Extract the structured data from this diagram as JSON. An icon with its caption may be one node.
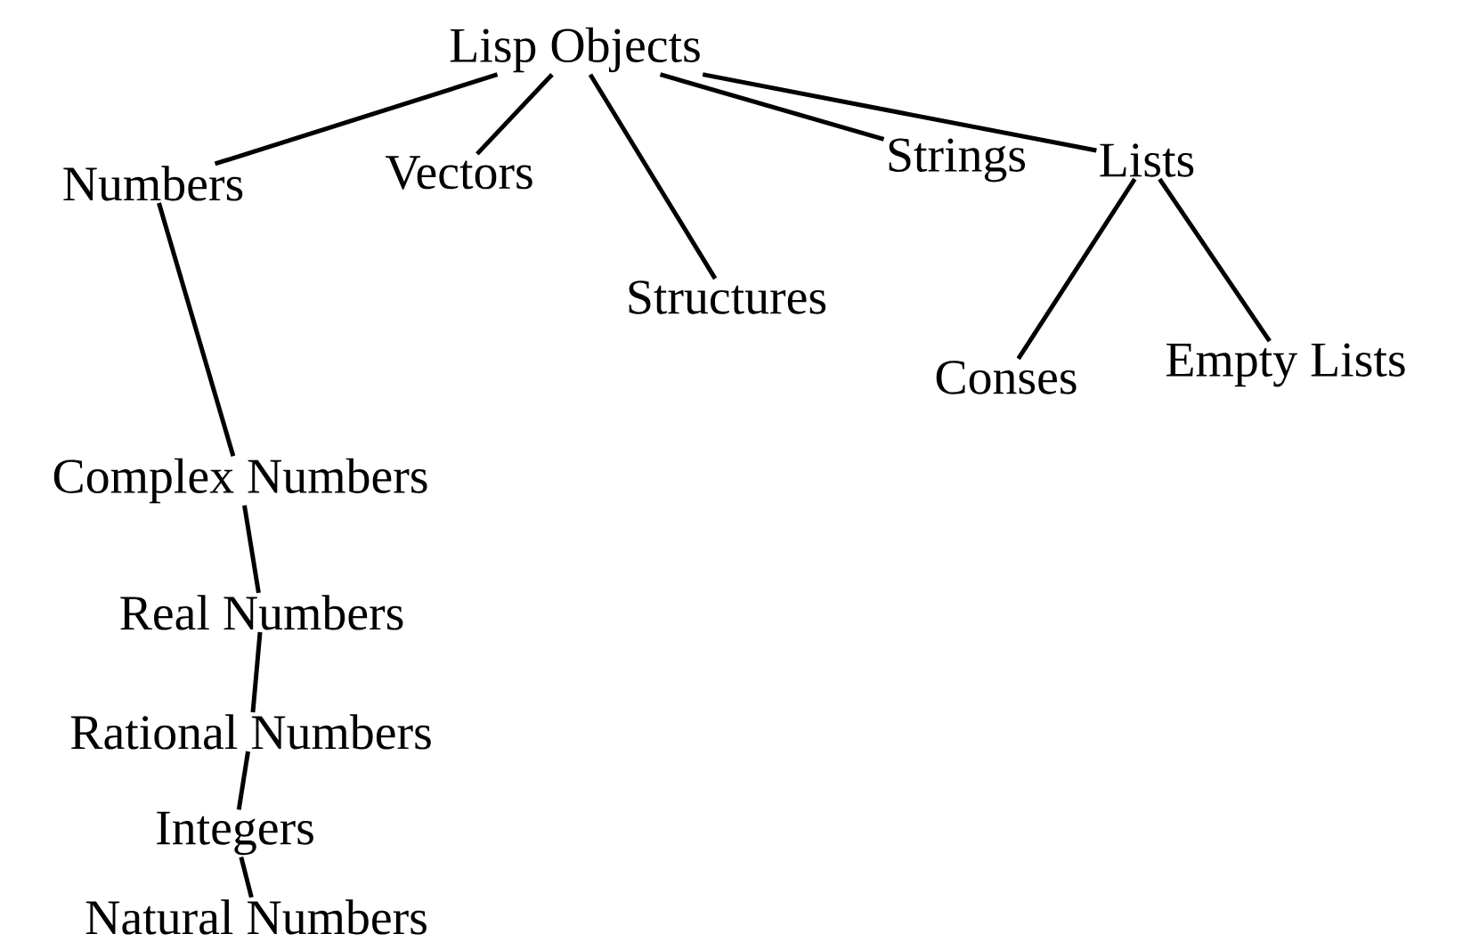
{
  "diagram": {
    "nodes": [
      {
        "text": [
          "Lisp Objects"
        ]
      },
      {
        "text": [
          "Numbers"
        ]
      },
      {
        "text": [
          "Vectors"
        ]
      },
      {
        "text": [
          "Structures"
        ]
      },
      {
        "text": [
          "Strings"
        ]
      },
      {
        "text": [
          "Lists"
        ]
      },
      {
        "text": [
          "Conses"
        ]
      },
      {
        "text": [
          "Empty Lists"
        ]
      },
      {
        "text": [
          "Complex Numbers"
        ]
      },
      {
        "text": [
          "Real Numbers"
        ]
      },
      {
        "text": [
          "Rational Numbers"
        ]
      },
      {
        "text": [
          "Integers"
        ]
      },
      {
        "text": [
          "Natural Numbers"
        ]
      }
    ],
    "edges": [
      {
        "from": 0,
        "to": 1,
        "arrow": "none"
      },
      {
        "from": 0,
        "to": 2,
        "arrow": "none"
      },
      {
        "from": 0,
        "to": 3,
        "arrow": "none"
      },
      {
        "from": 0,
        "to": 4,
        "arrow": "none"
      },
      {
        "from": 0,
        "to": 5,
        "arrow": "none"
      },
      {
        "from": 5,
        "to": 6,
        "arrow": "none"
      },
      {
        "from": 5,
        "to": 7,
        "arrow": "none"
      },
      {
        "from": 1,
        "to": 8,
        "arrow": "none"
      },
      {
        "from": 8,
        "to": 9,
        "arrow": "none"
      },
      {
        "from": 9,
        "to": 10,
        "arrow": "none"
      },
      {
        "from": 10,
        "to": 11,
        "arrow": "none"
      },
      {
        "from": 11,
        "to": 12,
        "arrow": "none"
      }
    ]
  }
}
